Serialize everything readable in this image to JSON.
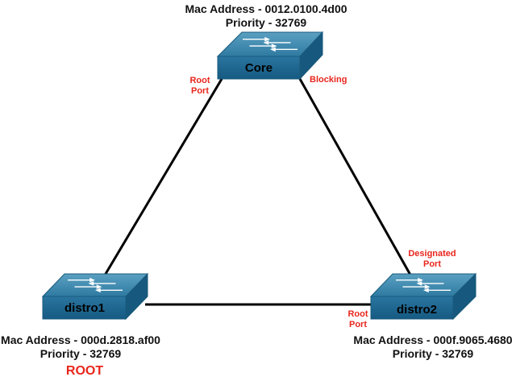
{
  "switches": {
    "core": {
      "name": "Core",
      "mac": "Mac Address - 0012.0100.4d00",
      "priority": "Priority - 32769"
    },
    "distro1": {
      "name": "distro1",
      "mac": "Mac Address - 000d.2818.af00",
      "priority": "Priority - 32769",
      "badge": "ROOT"
    },
    "distro2": {
      "name": "distro2",
      "mac": "Mac Address - 000f.9065.4680",
      "priority": "Priority - 32769"
    }
  },
  "ports": {
    "core_root": "Root\nPort",
    "core_blocking": "Blocking",
    "distro2_designated": "Designated\nPort",
    "distro2_root": "Root\nPort"
  },
  "colors": {
    "switch_top": "#3f86aa",
    "switch_front": "#1f6b93",
    "link": "#000000",
    "port_label": "#e8261c"
  },
  "icons": {
    "switch": "switch-icon",
    "arrows": "bidirectional-arrows-icon"
  }
}
